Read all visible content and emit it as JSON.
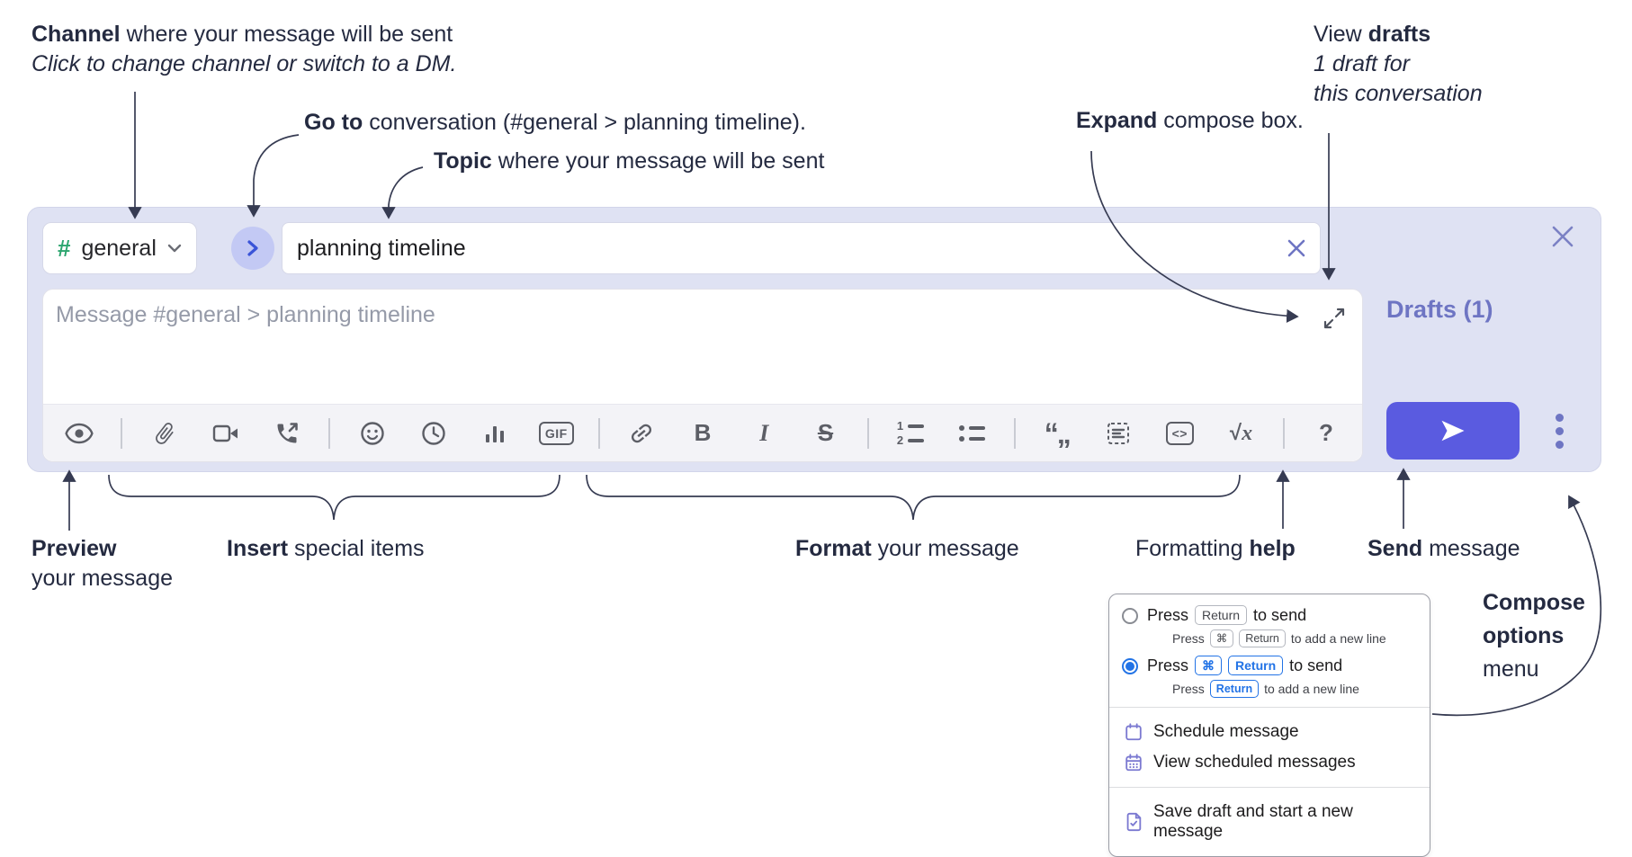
{
  "annotations": {
    "channel": {
      "bold": "Channel",
      "rest": " where your message will be sent",
      "line2": "Click to change channel or switch to a DM."
    },
    "goto": {
      "bold": "Go to",
      "rest": " conversation (#general > planning timeline)."
    },
    "topic": {
      "bold": "Topic",
      "rest": " where your message will be sent"
    },
    "expand": {
      "bold": "Expand",
      "rest": " compose box."
    },
    "view_drafts": {
      "pre": "View ",
      "bold": "drafts",
      "line2": "1 draft for",
      "line3": "this conversation"
    },
    "preview": {
      "bold": "Preview",
      "line2": "your message"
    },
    "insert": {
      "bold": "Insert",
      "rest": " special items"
    },
    "format": {
      "bold": "Format",
      "rest": " your message"
    },
    "formatting_help": {
      "pre": "Formatting ",
      "bold": "help"
    },
    "send": {
      "bold": "Send",
      "rest": " message"
    },
    "compose_options": {
      "line1": "Compose",
      "line2": "options",
      "line3": "menu"
    }
  },
  "composer": {
    "channel_name": "general",
    "channel_hash": "#",
    "topic_value": "planning timeline",
    "message_placeholder": "Message #general > planning timeline",
    "drafts_label": "Drafts (1)",
    "toolbar": {
      "gif": "GIF",
      "bold": "B",
      "italic": "I",
      "strike": "S",
      "code": "<>",
      "formula_root": "√",
      "formula_var": "x",
      "quote": "“„",
      "help": "?",
      "ol1": "1",
      "ol2": "2"
    }
  },
  "popup": {
    "option1": {
      "pre": "Press",
      "key1": "Return",
      "post": "to send",
      "sub_pre": "Press",
      "sub_key1": "⌘",
      "sub_key2": "Return",
      "sub_post": "to add a new line"
    },
    "option2": {
      "pre": "Press",
      "key1": "⌘",
      "key2": "Return",
      "post": "to send",
      "sub_pre": "Press",
      "sub_key1": "Return",
      "sub_post": "to add a new line"
    },
    "items": [
      {
        "label": "Schedule message"
      },
      {
        "label": "View scheduled messages"
      },
      {
        "label": "Save draft and start a new message"
      }
    ]
  },
  "colors": {
    "container_bg": "#dfe2f3",
    "accent_send": "#5a5be0",
    "periwinkle": "#6e75c3",
    "channel_green": "#2ba56e",
    "popup_blue": "#2273e6",
    "menu_purple": "#7b79d1"
  }
}
